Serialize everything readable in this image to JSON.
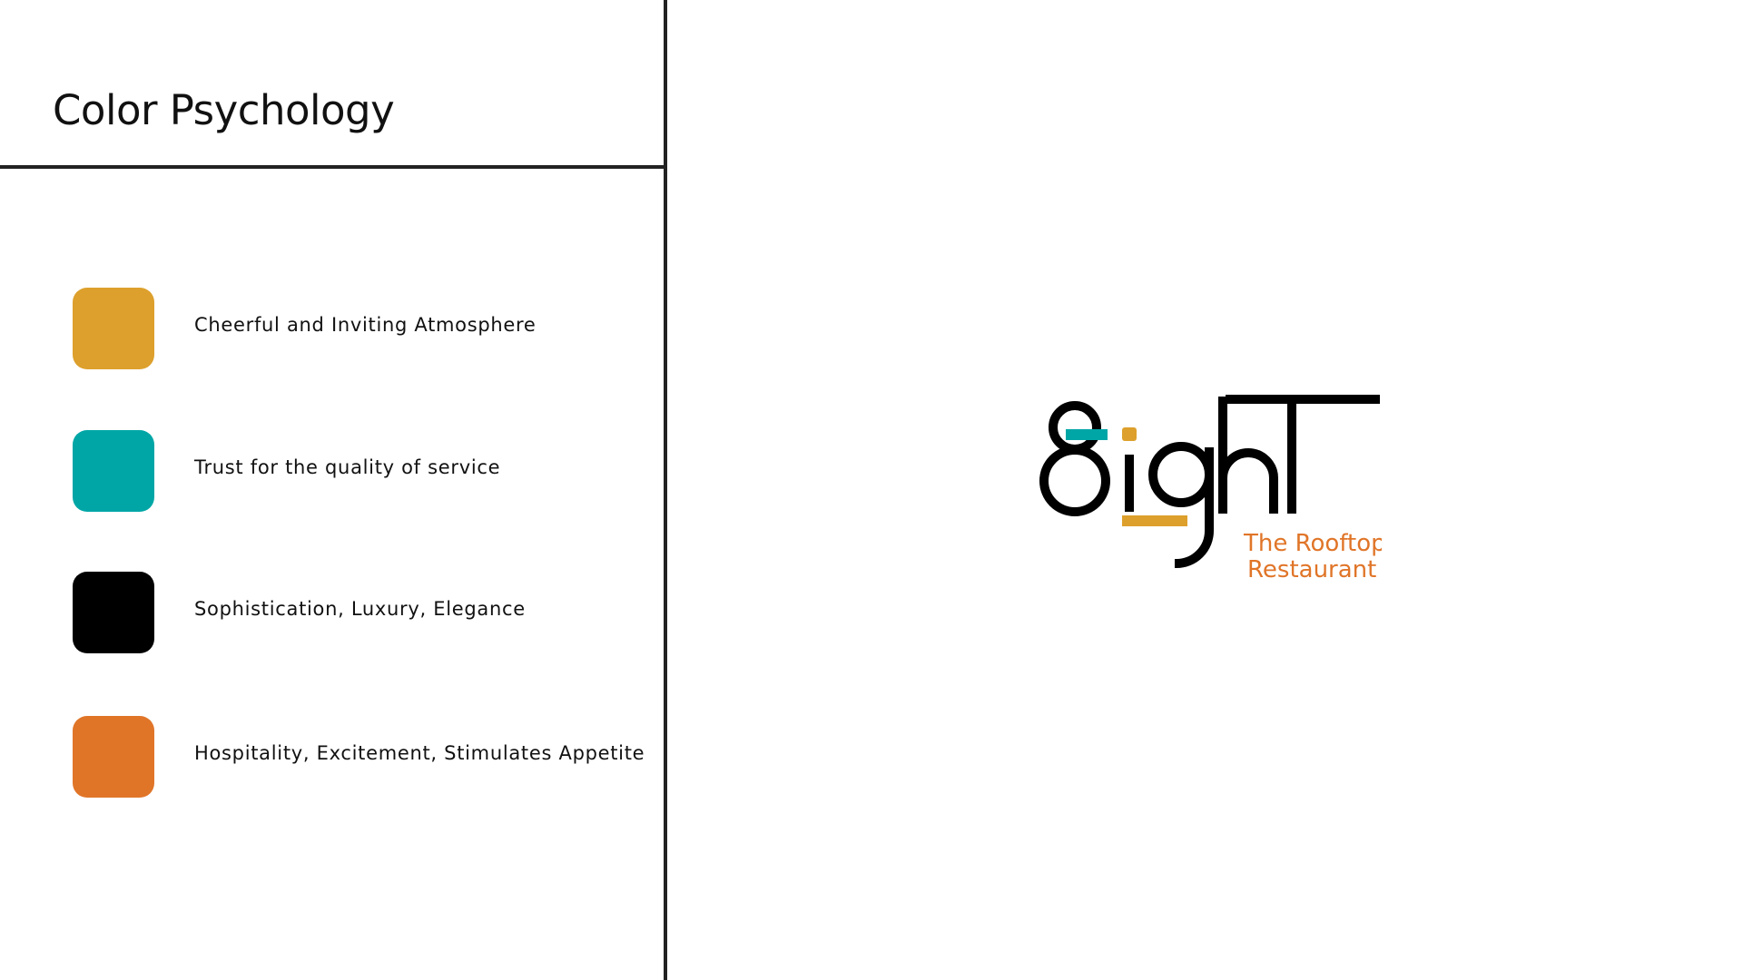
{
  "title": "Color Psychology",
  "colors": {
    "items": [
      {
        "color": "#DDA02C",
        "label": "Cheerful and Inviting Atmosphere"
      },
      {
        "color": "#00A6A6",
        "label": "Trust for the quality of service"
      },
      {
        "color": "#000000",
        "label": "Sophistication, Luxury, Elegance"
      },
      {
        "color": "#E07528",
        "label": "Hospitality, Excitement, Stimulates Appetite"
      }
    ]
  },
  "logo": {
    "tagline_line1": "The Rooftop",
    "tagline_line2": "Restaurant",
    "tagline_color": "#E07528",
    "mark_color": "#000000"
  }
}
